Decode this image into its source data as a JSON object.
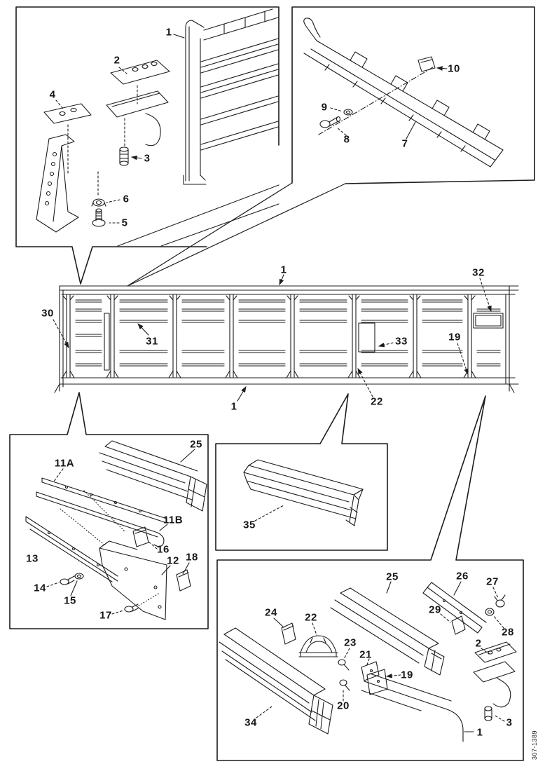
{
  "meta": {
    "type": "exploded-parts-diagram",
    "background_color": "#ffffff",
    "line_color": "#1c1c1c"
  },
  "drawing_number": "307-1389",
  "callouts": [
    {
      "id": "top-left-1",
      "label": "1"
    },
    {
      "id": "top-left-2",
      "label": "2"
    },
    {
      "id": "top-left-4",
      "label": "4"
    },
    {
      "id": "top-left-3",
      "label": "3"
    },
    {
      "id": "top-left-6",
      "label": "6"
    },
    {
      "id": "top-left-5",
      "label": "5"
    },
    {
      "id": "top-right-10",
      "label": "10"
    },
    {
      "id": "top-right-9",
      "label": "9"
    },
    {
      "id": "top-right-8",
      "label": "8"
    },
    {
      "id": "top-right-7",
      "label": "7"
    },
    {
      "id": "main-30",
      "label": "30"
    },
    {
      "id": "main-31",
      "label": "31"
    },
    {
      "id": "main-1-top",
      "label": "1"
    },
    {
      "id": "main-32",
      "label": "32"
    },
    {
      "id": "main-33",
      "label": "33"
    },
    {
      "id": "main-19",
      "label": "19"
    },
    {
      "id": "main-22",
      "label": "22"
    },
    {
      "id": "main-1-bottom",
      "label": "1"
    },
    {
      "id": "bottom-left-25",
      "label": "25"
    },
    {
      "id": "bottom-left-11A",
      "label": "11A"
    },
    {
      "id": "bottom-left-11B",
      "label": "11B"
    },
    {
      "id": "bottom-left-16",
      "label": "16"
    },
    {
      "id": "bottom-left-13",
      "label": "13"
    },
    {
      "id": "bottom-left-12",
      "label": "12"
    },
    {
      "id": "bottom-left-18",
      "label": "18"
    },
    {
      "id": "bottom-left-14",
      "label": "14"
    },
    {
      "id": "bottom-left-15",
      "label": "15"
    },
    {
      "id": "bottom-left-17",
      "label": "17"
    },
    {
      "id": "bottom-middle-35",
      "label": "35"
    },
    {
      "id": "bottom-right-24",
      "label": "24"
    },
    {
      "id": "bottom-right-22",
      "label": "22"
    },
    {
      "id": "bottom-right-23",
      "label": "23"
    },
    {
      "id": "bottom-right-21",
      "label": "21"
    },
    {
      "id": "bottom-right-20",
      "label": "20"
    },
    {
      "id": "bottom-right-34",
      "label": "34"
    },
    {
      "id": "bottom-right-25",
      "label": "25"
    },
    {
      "id": "bottom-right-26",
      "label": "26"
    },
    {
      "id": "bottom-right-29",
      "label": "29"
    },
    {
      "id": "bottom-right-27",
      "label": "27"
    },
    {
      "id": "bottom-right-28",
      "label": "28"
    },
    {
      "id": "bottom-right-2",
      "label": "2"
    },
    {
      "id": "bottom-right-3",
      "label": "3"
    },
    {
      "id": "bottom-right-19",
      "label": "19"
    },
    {
      "id": "bottom-right-1",
      "label": "1"
    }
  ]
}
